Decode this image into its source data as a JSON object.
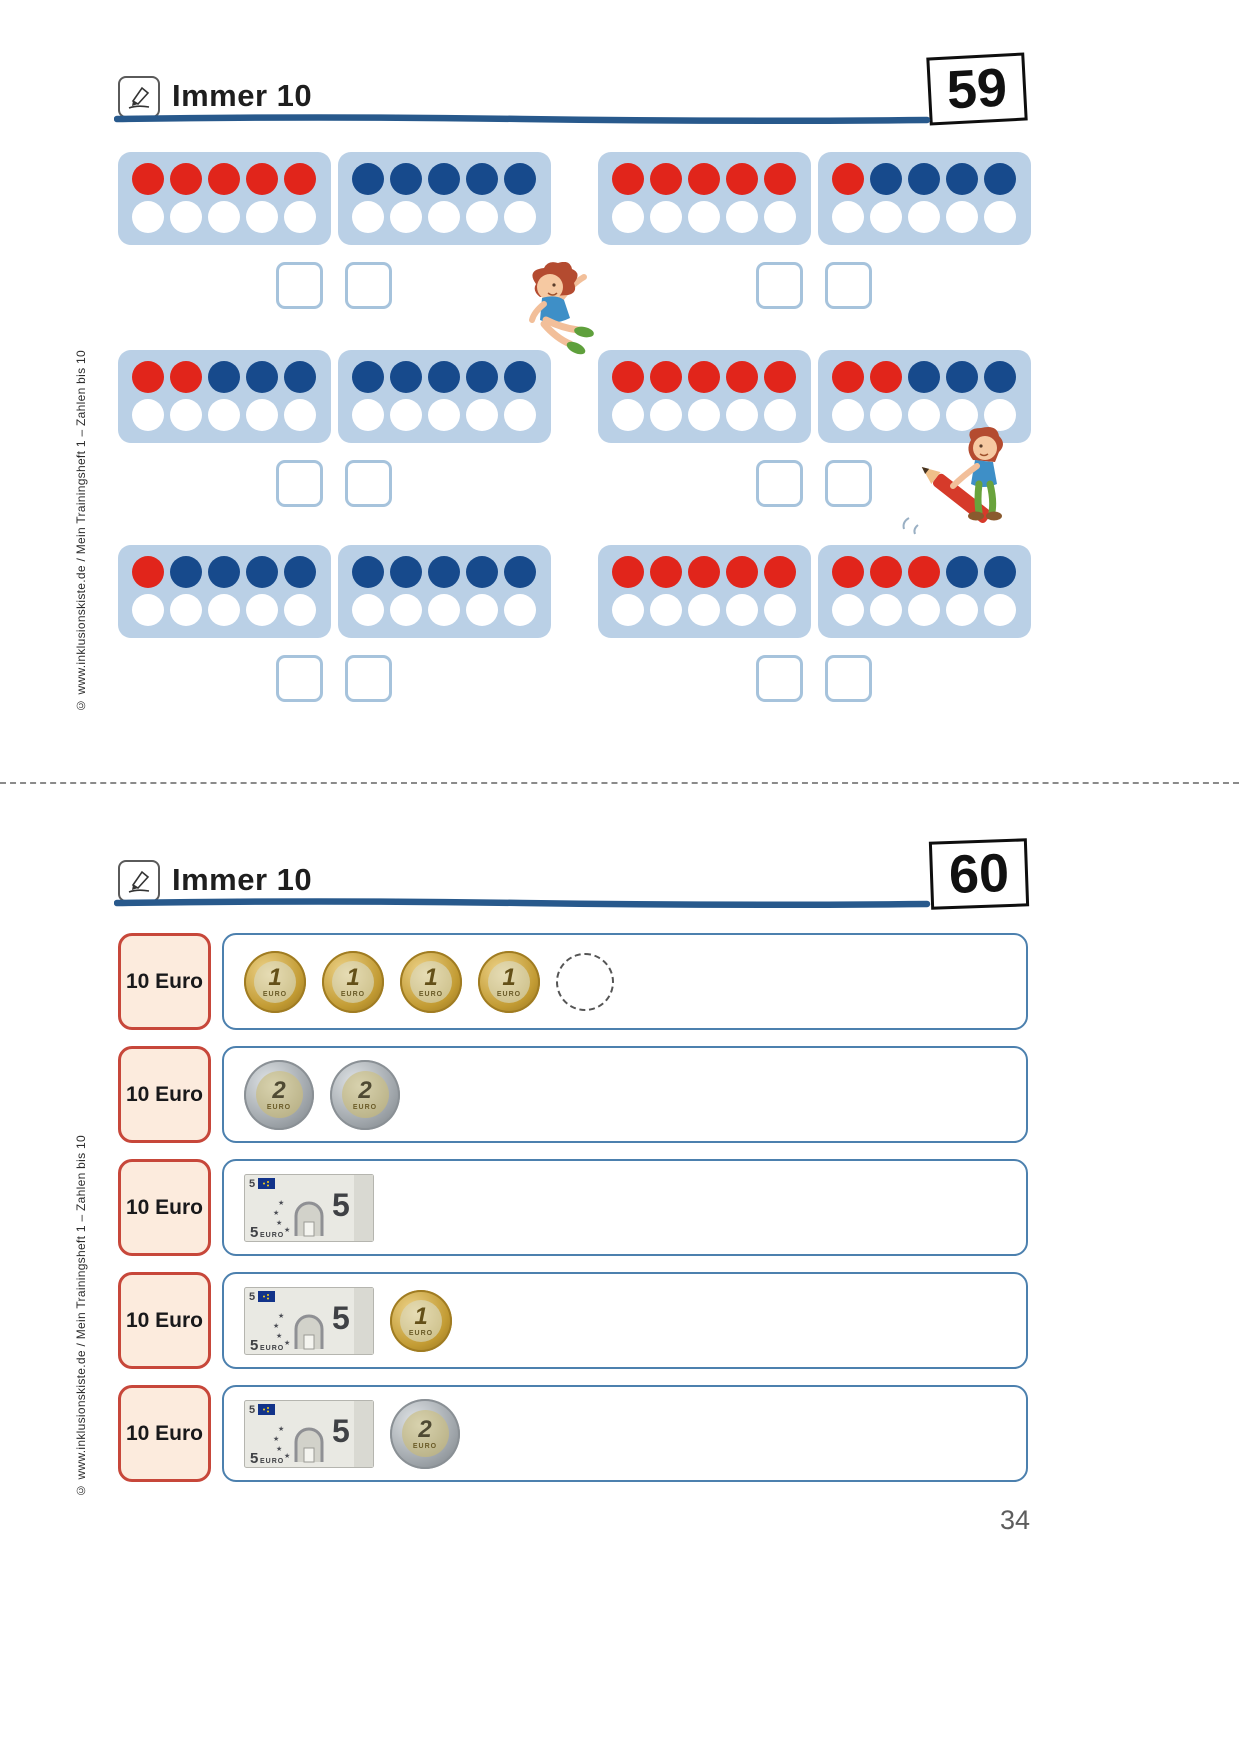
{
  "page": {
    "number": "34",
    "copyright": "© www.inklusionskiste.de / Mein Trainingsheft 1 – Zahlen bis 10"
  },
  "sheet59": {
    "title": "Immer 10",
    "badge": "59",
    "frames": [
      {
        "dots": [
          "red",
          "red",
          "red",
          "red",
          "red",
          "blue",
          "blue",
          "blue",
          "blue",
          "blue"
        ]
      },
      {
        "dots": [
          "red",
          "red",
          "red",
          "red",
          "red",
          "red",
          "blue",
          "blue",
          "blue",
          "blue"
        ]
      },
      {
        "dots": [
          "red",
          "red",
          "blue",
          "blue",
          "blue",
          "blue",
          "blue",
          "blue",
          "blue",
          "blue"
        ]
      },
      {
        "dots": [
          "red",
          "red",
          "red",
          "red",
          "red",
          "red",
          "red",
          "blue",
          "blue",
          "blue"
        ]
      },
      {
        "dots": [
          "red",
          "blue",
          "blue",
          "blue",
          "blue",
          "blue",
          "blue",
          "blue",
          "blue",
          "blue"
        ]
      },
      {
        "dots": [
          "red",
          "red",
          "red",
          "red",
          "red",
          "red",
          "red",
          "red",
          "blue",
          "blue"
        ]
      }
    ]
  },
  "sheet60": {
    "title": "Immer 10",
    "badge": "60",
    "rows": [
      {
        "label": "10 Euro",
        "items": [
          "coin1",
          "coin1",
          "coin1",
          "coin1",
          "placeholder"
        ]
      },
      {
        "label": "10 Euro",
        "items": [
          "coin2",
          "coin2"
        ]
      },
      {
        "label": "10 Euro",
        "items": [
          "note5"
        ]
      },
      {
        "label": "10 Euro",
        "items": [
          "note5",
          "coin1"
        ]
      },
      {
        "label": "10 Euro",
        "items": [
          "note5",
          "coin2"
        ]
      }
    ],
    "money": {
      "coin1": {
        "value": "1",
        "currency": "EURO"
      },
      "coin2": {
        "value": "2",
        "currency": "EURO"
      },
      "note5": {
        "value": "5",
        "currency": "EURO"
      }
    }
  },
  "colors": {
    "dot_red": "#e1251b",
    "dot_blue": "#174a8c",
    "frame_bg": "#bad0e6",
    "rule_blue": "#28598c",
    "label_border": "#c7473a",
    "label_bg": "#fcebdd",
    "money_box_border": "#4c80ae"
  }
}
